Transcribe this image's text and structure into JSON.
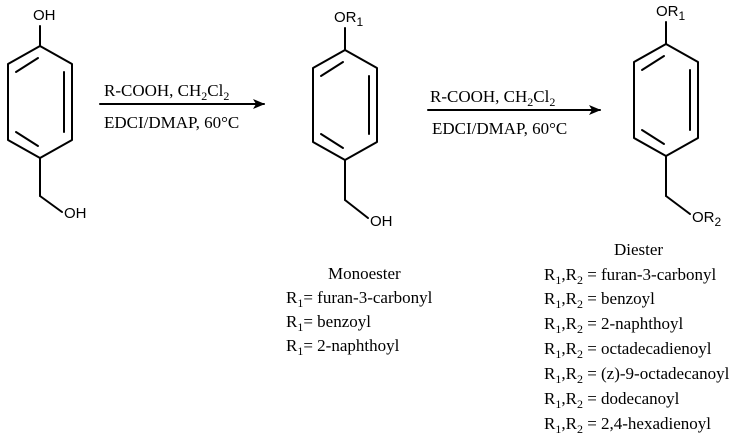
{
  "reagents": {
    "step1": {
      "line1": "R-COOH, CH",
      "line1_sub1": "2",
      "line1_mid": "Cl",
      "line1_sub2": "2",
      "line2": "EDCI/DMAP, 60",
      "line2_unit": "°C"
    },
    "step2": {
      "line1": "R-COOH, CH",
      "line1_sub1": "2",
      "line1_mid": "Cl",
      "line1_sub2": "2",
      "line2": "EDCI/DMAP, 60",
      "line2_unit": "°C"
    }
  },
  "molecules": {
    "start": {
      "top_group": "OH",
      "bottom_group": "OH"
    },
    "monoester": {
      "top_group": "OR",
      "top_sub": "1",
      "bottom_group": "OH"
    },
    "diester": {
      "top_group": "OR",
      "top_sub": "1",
      "bottom_group": "OR",
      "bottom_sub": "2"
    }
  },
  "monoester": {
    "title": "Monoester",
    "items": [
      {
        "r": "R",
        "sub": "1",
        "text": "= furan-3-carbonyl"
      },
      {
        "r": "R",
        "sub": "1",
        "text": "= benzoyl"
      },
      {
        "r": "R",
        "sub": "1",
        "text": "= 2-naphthoyl"
      }
    ]
  },
  "diester": {
    "title": "Diester",
    "items": [
      {
        "r1": "R",
        "sub1": "1",
        "r2": ",R",
        "sub2": "2",
        "text": " = furan-3-carbonyl"
      },
      {
        "r1": "R",
        "sub1": "1",
        "r2": ",R",
        "sub2": "2",
        "text": " = benzoyl"
      },
      {
        "r1": "R",
        "sub1": "1",
        "r2": ",R",
        "sub2": "2",
        "text": " = 2-naphthoyl"
      },
      {
        "r1": "R",
        "sub1": "1",
        "r2": ",R",
        "sub2": "2",
        "text": " = octadecadienoyl"
      },
      {
        "r1": "R",
        "sub1": "1",
        "r2": ",R",
        "sub2": "2",
        "text": " = (z)-9-octadecanoyl"
      },
      {
        "r1": "R",
        "sub1": "1",
        "r2": ",R",
        "sub2": "2",
        "text": " = dodecanoyl"
      },
      {
        "r1": "R",
        "sub1": "1",
        "r2": ",R",
        "sub2": "2",
        "text": " = 2,4-hexadienoyl"
      }
    ]
  }
}
